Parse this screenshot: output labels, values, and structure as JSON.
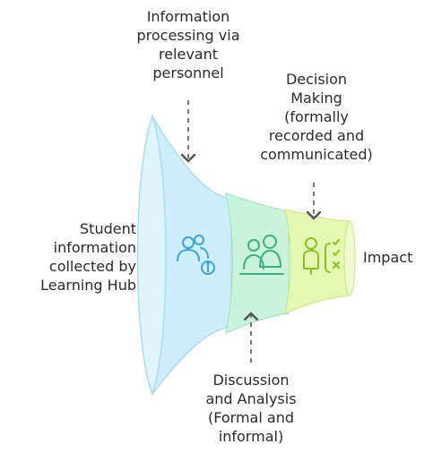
{
  "diagram": {
    "title": "",
    "stages": [
      {
        "id": "information-processing",
        "label": "Information\nprocessing via\nrelevant\npersonnel",
        "icon": "people-info-icon",
        "color": "#cfeefb"
      },
      {
        "id": "discussion-analysis",
        "label": "Discussion\nand Analysis\n(Formal and\ninformal)",
        "icon": "two-people-icon",
        "color": "#c9f3dc"
      },
      {
        "id": "decision-making",
        "label": "Decision\nMaking\n(formally\nrecorded and\ncommunicated)",
        "icon": "person-checklist-icon",
        "color": "#e4f8b2"
      }
    ],
    "input_label": "Student\ninformation\ncollected by\nLearning Hub",
    "output_label": "Impact",
    "colors": {
      "funnel_blue": "#cfeefb",
      "funnel_blue_edge": "#a9dcf0",
      "funnel_green": "#c9f3dc",
      "funnel_lime": "#e4f8b2",
      "icon_blue": "#3aa3d9",
      "icon_green": "#3fb07a",
      "icon_lime": "#8cbf2a",
      "arrow": "#555555"
    }
  }
}
